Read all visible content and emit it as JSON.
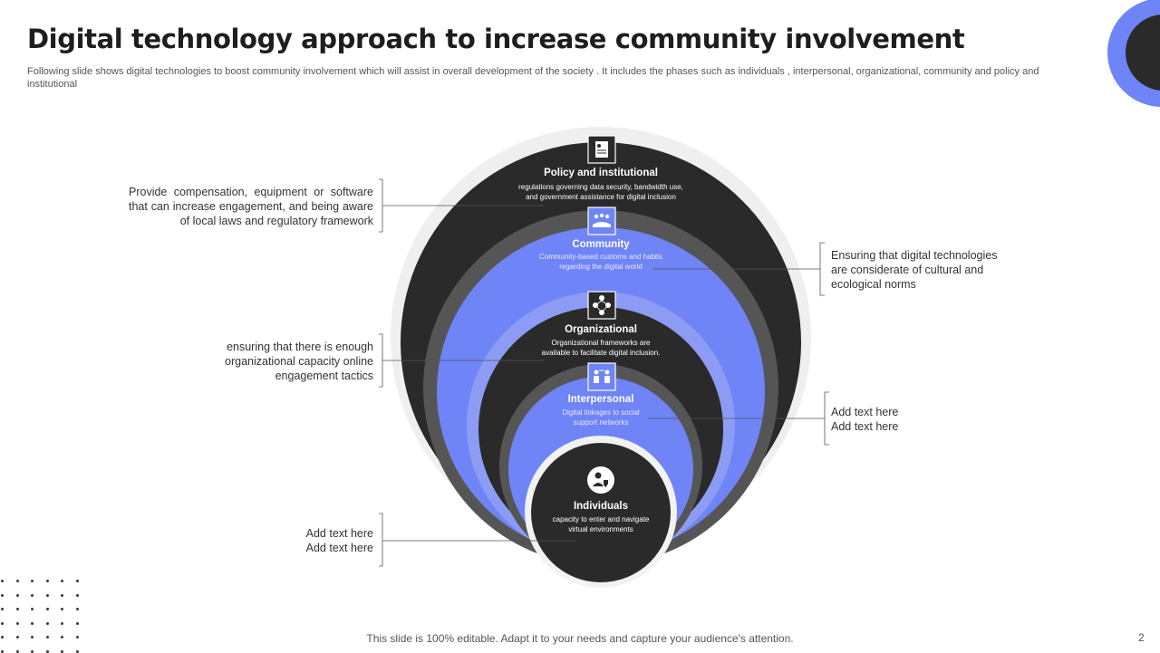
{
  "title": "Digital technology approach  to increase community involvement",
  "subtitle": "Following slide shows digital technologies to boost community involvement which will assist in overall development of the society . It includes the phases such as individuals , interpersonal, organizational, community and policy and institutional",
  "colors": {
    "dark": "#2a2a2a",
    "blue": "#6f84f6",
    "grey_ring": "#555555",
    "light_blue_ring": "#8c9cf4",
    "outer_halo": "#efefef"
  },
  "layers": [
    {
      "title": "Policy and institutional",
      "desc1": "regulations governing data security, bandwidth use,",
      "desc2": "and government assistance for digital inclusion",
      "icon": "document-icon"
    },
    {
      "title": "Community",
      "desc1": "Community-based customs and habits",
      "desc2": "regarding  the digital world",
      "icon": "community-hands-icon"
    },
    {
      "title": "Organizational",
      "desc1": "Organizational  frameworks are",
      "desc2": "available to facilitate digital inclusion.",
      "icon": "org-network-icon"
    },
    {
      "title": "Interpersonal",
      "desc1": "Digital linkages to social",
      "desc2": "support networks",
      "icon": "people-exchange-icon"
    },
    {
      "title": "Individuals",
      "desc1": "capacity to enter and navigate",
      "desc2": "virtual environments",
      "icon": "person-shield-icon"
    }
  ],
  "notes": {
    "policy": "Provide  compensation,  equipment  or  software that  can  increase  engagement,  and  being aware  of local laws and regulatory  framework",
    "community": "Ensuring that digital technologies are considerate of cultural and ecological norms",
    "organizational": "ensuring that there is enough organizational capacity online engagement tactics",
    "interpersonal_1": "Add text here",
    "interpersonal_2": "Add text here",
    "individuals_1": "Add text here",
    "individuals_2": "Add text here"
  },
  "footer": "This slide is 100% editable. Adapt it to your needs and capture your audience's attention.",
  "page_number": "2"
}
